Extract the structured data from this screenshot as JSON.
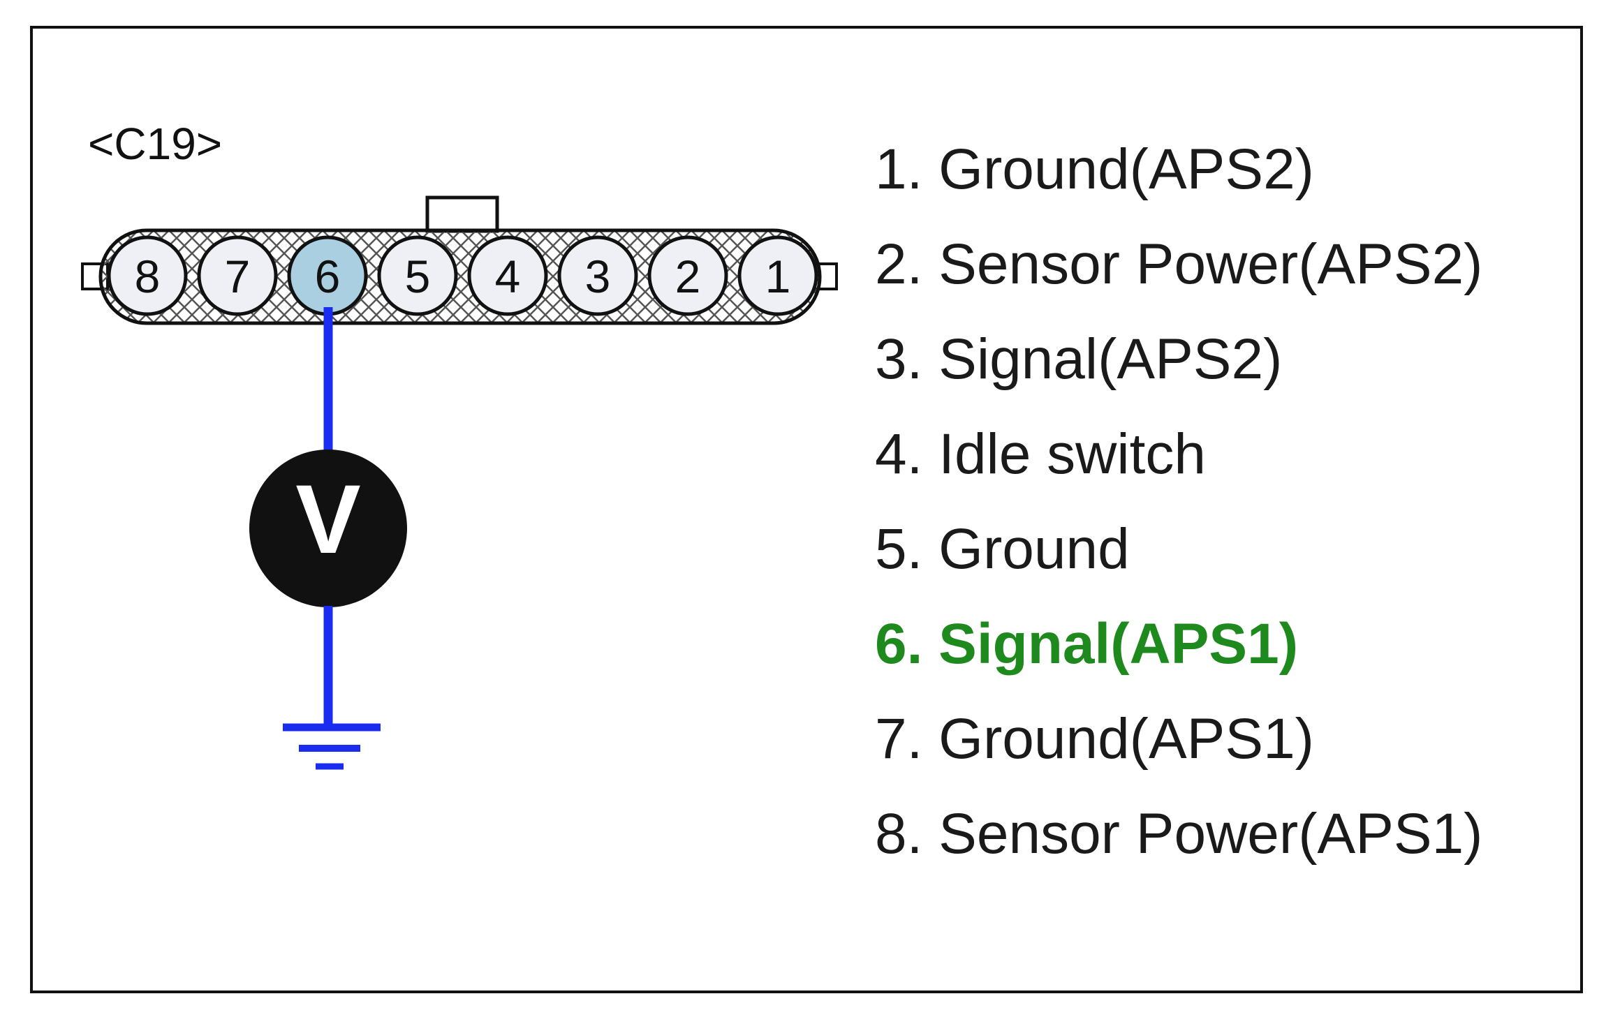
{
  "connector": {
    "name": "<C19>",
    "pins": [
      "8",
      "7",
      "6",
      "5",
      "4",
      "3",
      "2",
      "1"
    ],
    "highlighted_pin": "6",
    "meter_symbol": "V"
  },
  "legend": {
    "items": [
      "1. Ground(APS2)",
      "2. Sensor Power(APS2)",
      "3. Signal(APS2)",
      "4. Idle switch",
      "5. Ground",
      "6. Signal(APS1)",
      "7. Ground(APS1)",
      "8. Sensor Power(APS1)"
    ],
    "highlight_index": 5
  },
  "colors": {
    "wire": "#1a2cf0",
    "highlight_text": "#1e8a1e",
    "highlight_pin": "#a9cfe0",
    "pin_fill": "#eef0f5"
  }
}
